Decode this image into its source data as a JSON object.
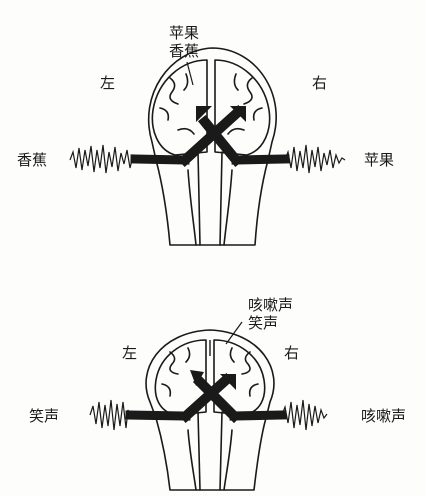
{
  "top_panel": {
    "inside_label_line1": "苹果",
    "inside_label_line2": "香蕉",
    "left_side": "左",
    "right_side": "右",
    "left_ear_sound": "香蕉",
    "right_ear_sound": "苹果"
  },
  "bottom_panel": {
    "inside_label_line1": "咳嗽声",
    "inside_label_line2": "笑声",
    "left_side": "左",
    "right_side": "右",
    "left_ear_sound": "笑声",
    "right_ear_sound": "咳嗽声"
  },
  "colors": {
    "ink": "#1a1a1a",
    "paper": "#fdfdfb"
  }
}
